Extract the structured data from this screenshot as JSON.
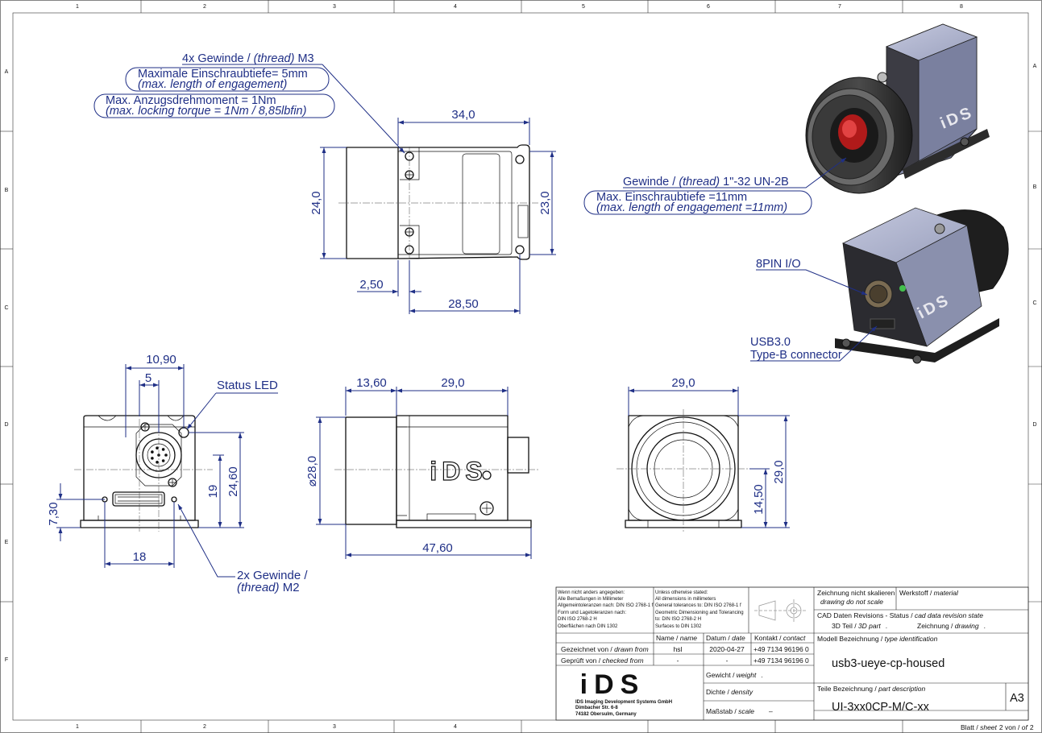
{
  "grid": {
    "columns": [
      "1",
      "2",
      "3",
      "4",
      "5",
      "6",
      "7",
      "8"
    ],
    "rows": [
      "A",
      "B",
      "C",
      "D",
      "E",
      "F"
    ]
  },
  "dimensions": {
    "top_width": "34,0",
    "top_height": "24,0",
    "top_height_inner": "23,0",
    "top_offset": "2,50",
    "top_hole_spacing": "28,50",
    "front_width": "10,90",
    "front_led": "5",
    "front_h24": "24,60",
    "front_h19": "19",
    "front_h7": "7,30",
    "front_w18": "18",
    "side_lens": "13,60",
    "side_body": "29,0",
    "side_dia": "28,0",
    "side_total": "47,60",
    "back_width": "29,0",
    "back_height": "29,0",
    "back_center": "14,50"
  },
  "notes": {
    "thread_m3": "4x Gewinde / ",
    "thread_word": "(thread)",
    "thread_m3_value": " M3",
    "depth5_de": "Maximale Einschraubtiefe= 5mm",
    "depth5_en": "(max. length of engagement)",
    "torque_de": "Max. Anzugsdrehmoment = 1Nm",
    "torque_en": "(max. locking torque = 1Nm / 8,85lbfin)",
    "lens_thread": "Gewinde / ",
    "lens_thread_value": " 1\"-32 UN-2B",
    "depth11_de": "Max. Einschraubtiefe =11mm",
    "depth11_en": "(max. length of engagement =11mm)",
    "io": "8PIN I/O",
    "usb_line1": "USB3.0",
    "usb_line2": "Type-B connector",
    "status_led": "Status LED",
    "thread_m2_line1": "2x Gewinde /",
    "thread_m2_value": " M2"
  },
  "logo_text": "iDS",
  "title_block": {
    "general_de": [
      "Wenn nicht anders angegeben:",
      "Alle Bemaßungen in Millimeter",
      "Allgemeintoleranzen nach: DIN ISO 2768-1 f",
      "Form und Lagetoleranzen nach:",
      "DIN ISO 2768-2 H",
      "Oberflächen nach DIN 1302"
    ],
    "general_en": [
      "Unless otherwise stated:",
      "All dimensions in millimeters",
      "General tolerances to: DIN ISO 2768-1 f",
      "Geometric Dimensioning and Tolerancing",
      "to: DIN ISO 2768-2 H",
      "Surfaces to DIN 1302"
    ],
    "header_name": "Name / ",
    "header_name_en": "name",
    "header_date": "Datum / ",
    "header_date_en": "date",
    "header_contact": "Kontakt / ",
    "header_contact_en": "contact",
    "drawn_label": "Gezeichnet von / ",
    "drawn_label_en": "drawn from",
    "drawn_name": "hsl",
    "drawn_date": "2020-04-27",
    "drawn_contact": "+49 7134 96196 0",
    "checked_label": "Geprüft von / ",
    "checked_label_en": "checked from",
    "checked_name": "-",
    "checked_date": "-",
    "checked_contact": "+49 7134 96196 0",
    "company": [
      "IDS Imaging Development Systems GmbH",
      "Dimbacher Str. 6-8",
      "74182 Obersulm, Germany"
    ],
    "weight_label": "Gewicht / ",
    "weight_label_en": "weight",
    "weight_value": ".",
    "density_label": "Dichte / ",
    "density_label_en": "density",
    "scale_label": "Maßstab / ",
    "scale_label_en": "scale",
    "scale_value": "–",
    "no_scale_de": "Zeichnung nicht skalieren",
    "no_scale_en": "drawing do not scale",
    "material_label": "Werkstoff / ",
    "material_label_en": "material",
    "cad_status": "CAD Daten Revisions - Status / ",
    "cad_status_en": "cad data revision state",
    "part3d": "3D Teil / ",
    "part3d_en": "3D part",
    "part3d_value": ".",
    "drawing": "Zeichnung / ",
    "drawing_en": "drawing",
    "drawing_value": ".",
    "model_label": "Modell Bezeichnung / ",
    "model_label_en": "type identification",
    "model_value": "usb3-ueye-cp-housed",
    "part_desc_label": "Teile Bezeichnung / ",
    "part_desc_label_en": "part description",
    "part_desc_value": "UI-3xx0CP-M/C-xx",
    "format": "A3",
    "sheet_label": "Blatt / ",
    "sheet_label_en": "sheet",
    "sheet_num": "2",
    "sheet_of": " von / ",
    "sheet_of_en": "of",
    "sheet_total": "2"
  }
}
